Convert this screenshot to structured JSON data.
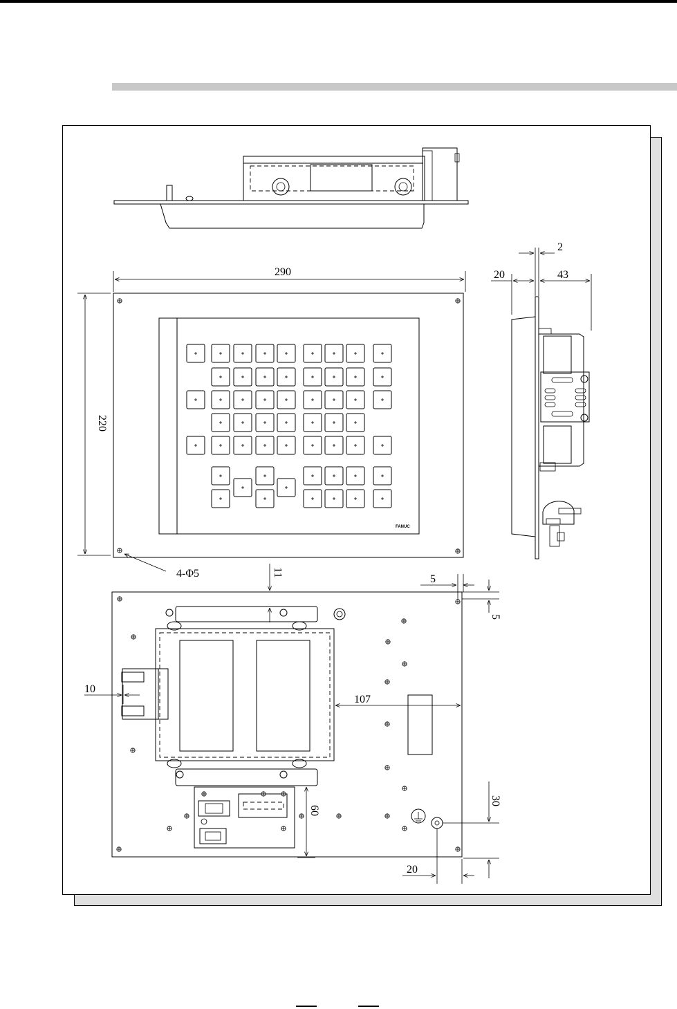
{
  "dimensions": {
    "width_290": "290",
    "height_220": "220",
    "holes": "4-Φ5",
    "d_2": "2",
    "d_20_side": "20",
    "d_43": "43",
    "d_11": "11",
    "d_5_top": "5",
    "d_5_right": "5",
    "d_10": "10",
    "d_107": "107",
    "d_60": "60",
    "d_30": "30",
    "d_20_bottom": "20"
  },
  "panel": {
    "brand": "FANUC"
  },
  "colors": {
    "line": "#000000",
    "rule_bar": "#c8c8c8",
    "shadow": "#e0e0e0"
  }
}
